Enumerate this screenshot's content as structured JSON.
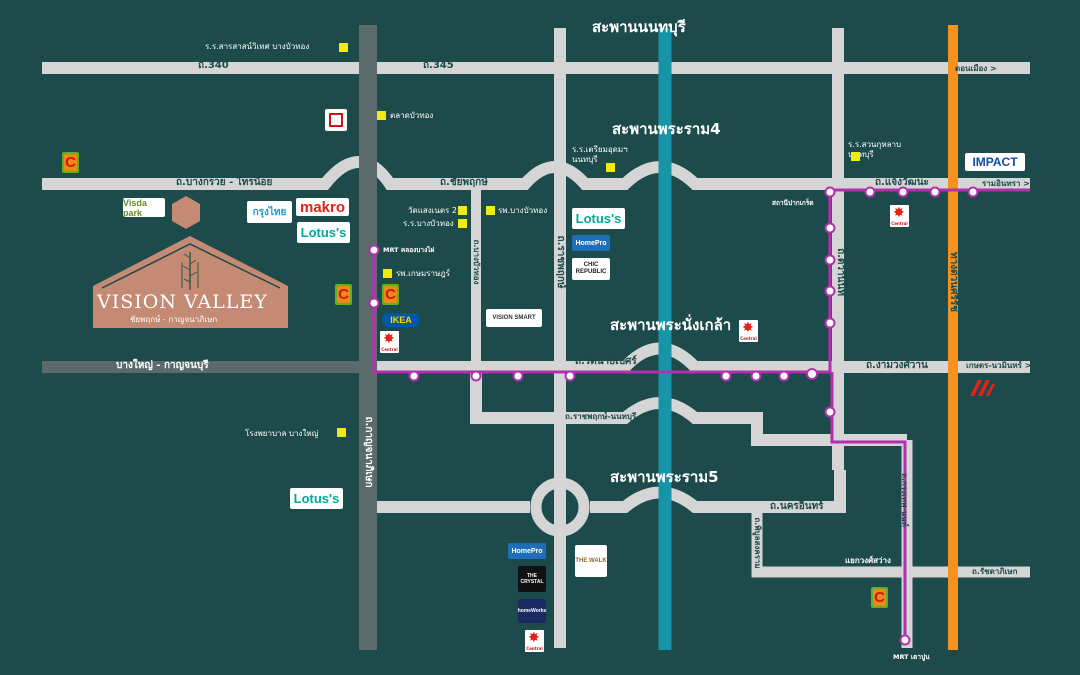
{
  "project": {
    "name": "VISION VALLEY",
    "tagline": "ชัยพฤกษ์ - กาญจนาภิเษก",
    "visda": "Visda park"
  },
  "bridges": {
    "nonthaburi": "สะพานนนทบุรี",
    "rama4": "สะพานพระราม4",
    "nangklao": "สะพานพระนั่งเกล้า",
    "rama5": "สะพานพระราม5"
  },
  "roads": {
    "r340": "ถ.340",
    "r345": "ถ.345",
    "bangkruai_sainoi": "ถ.บางกรวย - ไทรน้อย",
    "chaiyaphruek": "ถ.ชัยพฤกษ์",
    "bangyai_kanchanaburi": "บางใหญ่ - กาญจนบุรี",
    "kanchanaphisek": "ถ.กาญจนาภิเษก",
    "ratchaphruek": "ถ.ราชพฤกษ์",
    "bangbuathong": "ถ.บางบัวทอง",
    "rattanathibet": "ถ.รัตนาธิเบศร์",
    "ratchaphruek_nonthaburi": "ถ.ราชพฤกษ์-นนทบุรี",
    "nakhon_in": "ถ.นครอินทร์",
    "tiwanon": "ถ.ติวานนท์",
    "chaengwattana": "ถ.แจ้งวัฒนะ",
    "ngamwongwan": "ถ.งามวงศ์วาน",
    "phibunsongkhram": "ถ.พิบูลสงคราม",
    "krungthep_nonthaburi": "ถ.กรุงเทพ-นนท์",
    "vibhavadi": "ทางด่วนศรีรัช",
    "ratchasima": "ถ.รัชดาภิเษก",
    "don_mueang": "ดอนเมือง >",
    "ram_inthra": "รามอินทรา >",
    "kaset_nawamin": "เกษตร-นวมินทร์ >",
    "khae_tao": "แยกวงศ์สว่าง"
  },
  "places": {
    "school_sarasas": "ร.ร.สารสาสน์วิเทศ บางบัวทอง",
    "market": "ตลาดบัวทอง",
    "school_triam": "ร.ร.เตรียมอุดมฯ นนทบุรี",
    "school_suan": "ร.ร.สวนกุหลาบ นนทบุรี",
    "wat_laeng": "วัดแสงเนตร 2",
    "school_bbt": "ร.ร.บางบัวทอง",
    "hospital_bbt": "รพ.บางบัวทอง",
    "hospital_kasem": "รพ.เกษมราษฎร์",
    "hospital_bangyai": "โรงพยาบาล บางใหญ่",
    "station_pakkret": "สถานีปากเกร็ด",
    "mrt_khlong_bang_phai": "MRT คลองบางไผ่",
    "mrt_tao_pun": "MRT เตาปูน",
    "home_works": "homeWorks"
  },
  "logos": {
    "makro": "makro",
    "lotus": "Lotus's",
    "homepro": "HomePro",
    "ikea": "IKEA",
    "central": "Central",
    "chic": "CHIC REPUBLIC",
    "impact": "IMPACT",
    "krungthai": "กรุงไทย",
    "vision_smart": "VISION SMART",
    "the_walk": "THE WALK",
    "crystal": "THE CRYSTAL",
    "c": "C"
  },
  "colors": {
    "bg": "#1d4a4a",
    "road": "#d5d5d5",
    "river": "#1794a6",
    "expressway": "#f5911e",
    "metro": "#b32fb0",
    "marker": "#f2ea13",
    "dark_road": "#5b6a6b"
  }
}
